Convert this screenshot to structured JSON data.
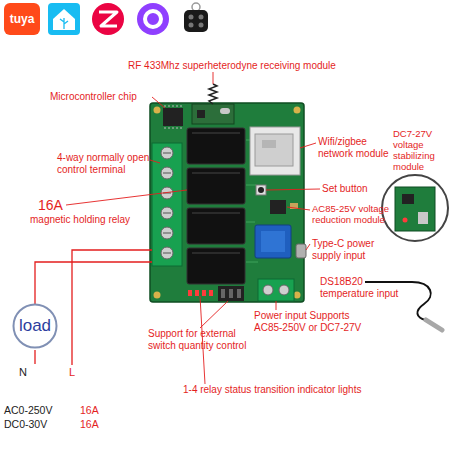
{
  "diagram": {
    "nodes": [
      {
        "text": [
          "tuya"
        ]
      },
      {
        "text": [
          "load"
        ]
      }
    ],
    "labels": [
      "RF 433Mhz superheterodyne receiving module",
      "Microcontroller chip",
      "Wifi/zigbee network module",
      "DC7-27V voltage stabilizing module",
      "4-way normally open control terminal",
      "16A",
      "magnetic holding relay",
      "Set button",
      "AC85-25V voltage reduction module",
      "Type-C power supply input",
      "DS18B20 temperature input",
      "Power input Supports AC85-250V or DC7-27V",
      "Support for external switch quantity control",
      "1-4 relay status transition indicator lights",
      "N",
      "L",
      "AC0-250V",
      "16A",
      "DC0-30V",
      "16A"
    ]
  }
}
